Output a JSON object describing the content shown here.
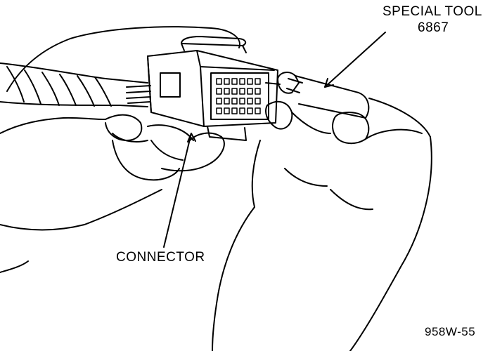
{
  "labels": {
    "special_tool_line1": "SPECIAL TOOL",
    "special_tool_line2": "6867",
    "connector": "CONNECTOR",
    "figure_id": "958W-55"
  },
  "colors": {
    "ink": "#000000",
    "paper": "#ffffff"
  }
}
